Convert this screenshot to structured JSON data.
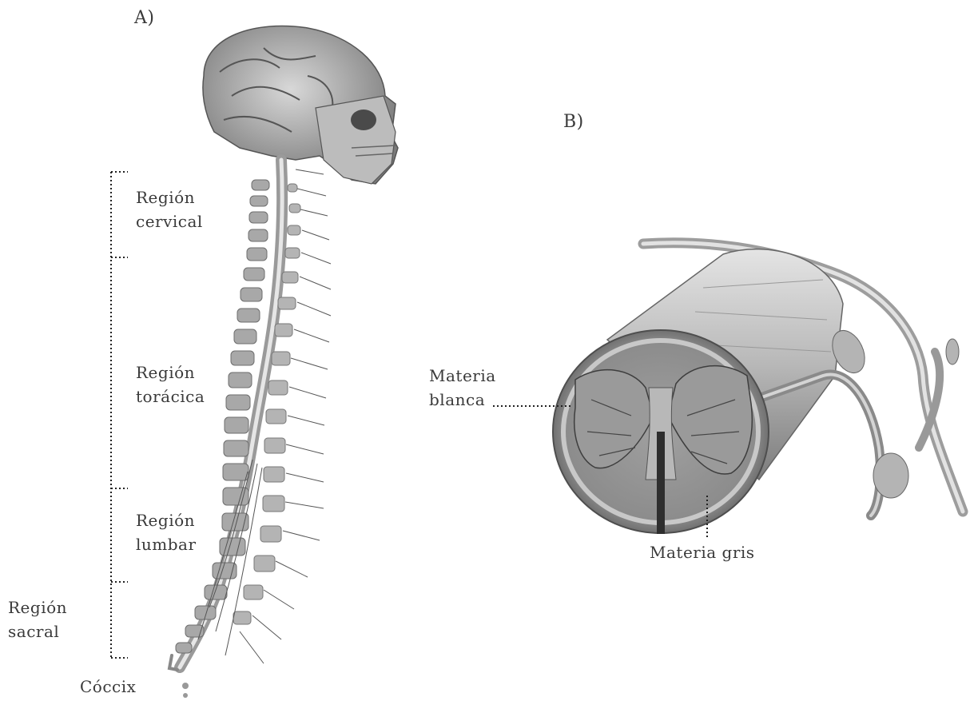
{
  "panel_a": {
    "label": "A)",
    "regions": [
      {
        "line1": "Región",
        "line2": "cervical"
      },
      {
        "line1": "Región",
        "line2": "torácica"
      },
      {
        "line1": "Región",
        "line2": "lumbar"
      },
      {
        "line1": "Región",
        "line2": "sacral"
      }
    ],
    "coccyx": "Cóccix"
  },
  "panel_b": {
    "label": "B)",
    "white_matter": {
      "line1": "Materia",
      "line2": "blanca"
    },
    "gray_matter": "Materia gris"
  },
  "colors": {
    "bone": "#a8a8a8",
    "bone_dark": "#6e6e6e",
    "tissue": "#c9c9c9",
    "line": "#222222"
  }
}
